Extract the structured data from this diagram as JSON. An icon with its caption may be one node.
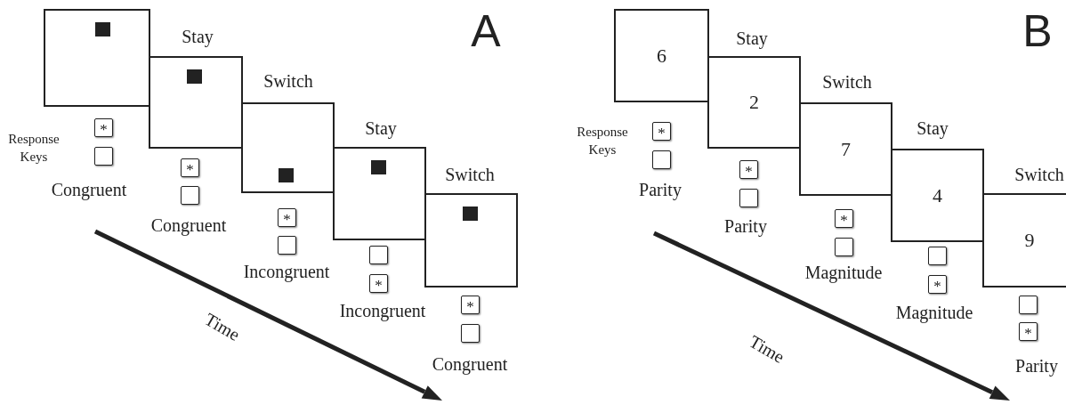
{
  "diagram": {
    "nodes": [
      {
        "text": [],
        "shape": "box"
      },
      {
        "text": [
          "*"
        ]
      },
      {
        "text": [],
        "shape": "box"
      },
      {
        "text": [],
        "shape": "box",
        "beside": [
          "Stay"
        ]
      },
      {
        "text": [
          "*"
        ]
      },
      {
        "text": [],
        "shape": "box"
      },
      {
        "text": [],
        "shape": "box",
        "beside": [
          "Switch"
        ]
      },
      {
        "text": [
          "*"
        ]
      },
      {
        "text": [],
        "shape": "box"
      },
      {
        "text": [],
        "shape": "box",
        "beside": [
          "Stay"
        ]
      },
      {
        "text": [],
        "shape": "box"
      },
      {
        "text": [
          "*"
        ]
      },
      {
        "text": [],
        "shape": "box",
        "beside": [
          "Switch"
        ]
      },
      {
        "text": [
          "*"
        ]
      },
      {
        "text": [],
        "shape": "box"
      },
      {
        "text": [
          "6"
        ]
      },
      {
        "text": [
          "*"
        ]
      },
      {
        "text": [],
        "shape": "box"
      },
      {
        "text": [
          "2"
        ],
        "beside": [
          "Stay"
        ]
      },
      {
        "text": [
          "*"
        ]
      },
      {
        "text": [],
        "shape": "box"
      },
      {
        "text": [
          "7"
        ],
        "beside": [
          "Switch"
        ]
      },
      {
        "text": [
          "*"
        ]
      },
      {
        "text": [],
        "shape": "box"
      },
      {
        "text": [
          "4"
        ],
        "beside": [
          "Stay"
        ]
      },
      {
        "text": [],
        "shape": "box"
      },
      {
        "text": [
          "*"
        ]
      },
      {
        "text": [
          "9"
        ],
        "beside": [
          "Switch"
        ]
      },
      {
        "text": [],
        "shape": "box"
      },
      {
        "text": [
          "*"
        ]
      }
    ],
    "labels": [
      "A",
      "Response Keys",
      "Congruent",
      "Congruent",
      "Incongruent",
      "Incongruent",
      "Congruent",
      "Time",
      "B",
      "Response Keys",
      "Parity",
      "Parity",
      "Magnitude",
      "Magnitude",
      "Parity",
      "Time"
    ]
  }
}
